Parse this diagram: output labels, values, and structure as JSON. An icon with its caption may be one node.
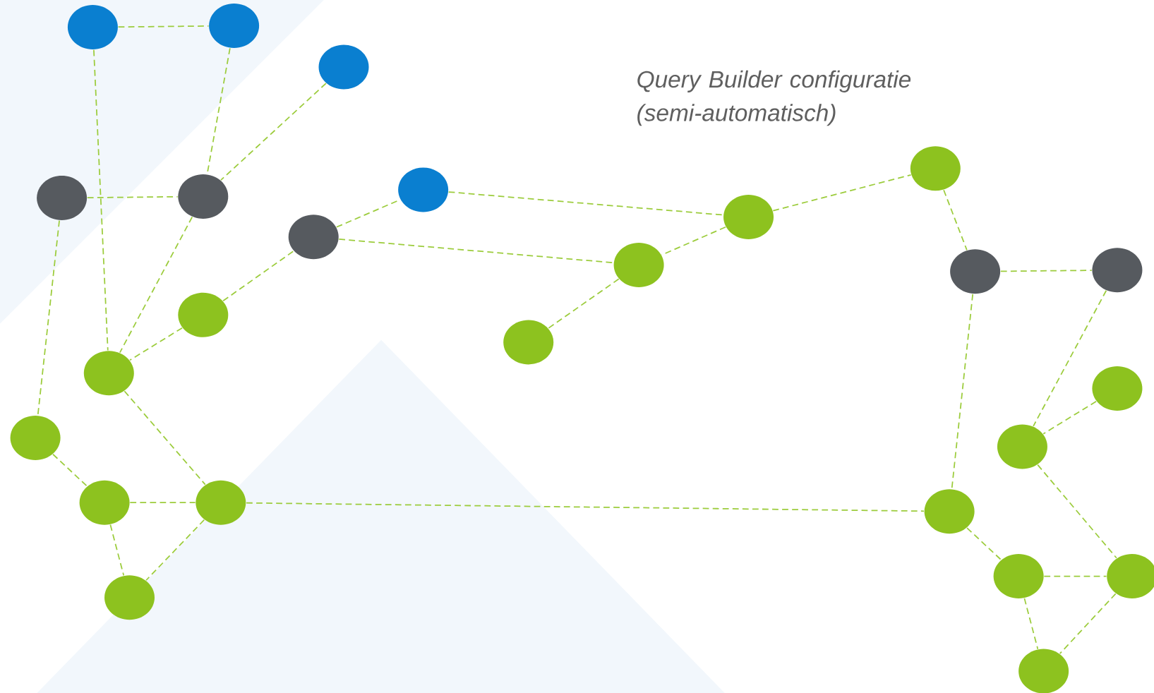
{
  "diagram": {
    "nodes": [
      {
        "text": [],
        "shape": "circle"
      },
      {
        "text": [],
        "shape": "circle"
      },
      {
        "text": [],
        "shape": "circle"
      },
      {
        "text": [],
        "shape": "circle"
      },
      {
        "text": [],
        "shape": "circle"
      },
      {
        "text": [],
        "shape": "circle"
      },
      {
        "text": [],
        "shape": "circle"
      },
      {
        "text": [],
        "shape": "circle"
      },
      {
        "text": [],
        "shape": "circle"
      },
      {
        "text": [],
        "shape": "circle"
      },
      {
        "text": [],
        "shape": "circle"
      },
      {
        "text": [],
        "shape": "circle"
      },
      {
        "text": [],
        "shape": "circle"
      },
      {
        "text": [],
        "shape": "circle"
      },
      {
        "text": [],
        "shape": "circle"
      },
      {
        "text": [],
        "shape": "circle"
      },
      {
        "text": [],
        "shape": "circle"
      },
      {
        "text": [],
        "shape": "circle"
      },
      {
        "text": [],
        "shape": "circle"
      },
      {
        "text": [],
        "shape": "circle"
      },
      {
        "text": [],
        "shape": "circle"
      },
      {
        "text": [],
        "shape": "circle"
      },
      {
        "text": [],
        "shape": "circle"
      },
      {
        "text": [],
        "shape": "circle"
      },
      {
        "text": [],
        "shape": "circle"
      }
    ],
    "edges": [
      {
        "from": 0,
        "to": 1,
        "arrow": "none"
      },
      {
        "from": 0,
        "to": 14,
        "arrow": "none"
      },
      {
        "from": 1,
        "to": 4,
        "arrow": "none"
      },
      {
        "from": 2,
        "to": 4,
        "arrow": "none"
      },
      {
        "from": 3,
        "to": 4,
        "arrow": "none"
      },
      {
        "from": 3,
        "to": 16,
        "arrow": "none"
      },
      {
        "from": 4,
        "to": 14,
        "arrow": "none"
      },
      {
        "from": 5,
        "to": 6,
        "arrow": "none"
      },
      {
        "from": 5,
        "to": 9,
        "arrow": "none"
      },
      {
        "from": 6,
        "to": 8,
        "arrow": "none"
      },
      {
        "from": 8,
        "to": 7,
        "arrow": "none"
      },
      {
        "from": 8,
        "to": 9,
        "arrow": "none"
      },
      {
        "from": 9,
        "to": 11,
        "arrow": "none"
      },
      {
        "from": 10,
        "to": 5,
        "arrow": "none"
      },
      {
        "from": 10,
        "to": 14,
        "arrow": "none"
      },
      {
        "from": 7,
        "to": 12,
        "arrow": "none"
      },
      {
        "from": 12,
        "to": 13,
        "arrow": "none"
      },
      {
        "from": 12,
        "to": 20,
        "arrow": "none"
      },
      {
        "from": 13,
        "to": 17,
        "arrow": "none"
      },
      {
        "from": 15,
        "to": 17,
        "arrow": "none"
      },
      {
        "from": 17,
        "to": 22,
        "arrow": "none"
      },
      {
        "from": 14,
        "to": 19,
        "arrow": "none"
      },
      {
        "from": 16,
        "to": 18,
        "arrow": "none"
      },
      {
        "from": 18,
        "to": 19,
        "arrow": "none"
      },
      {
        "from": 18,
        "to": 23,
        "arrow": "none"
      },
      {
        "from": 19,
        "to": 23,
        "arrow": "none"
      },
      {
        "from": 19,
        "to": 20,
        "arrow": "none"
      },
      {
        "from": 20,
        "to": 21,
        "arrow": "none"
      },
      {
        "from": 21,
        "to": 22,
        "arrow": "none"
      },
      {
        "from": 21,
        "to": 24,
        "arrow": "none"
      },
      {
        "from": 22,
        "to": 24,
        "arrow": "none"
      }
    ],
    "labels": [
      "Query Builder configuratie (semi-automatisch)"
    ]
  }
}
